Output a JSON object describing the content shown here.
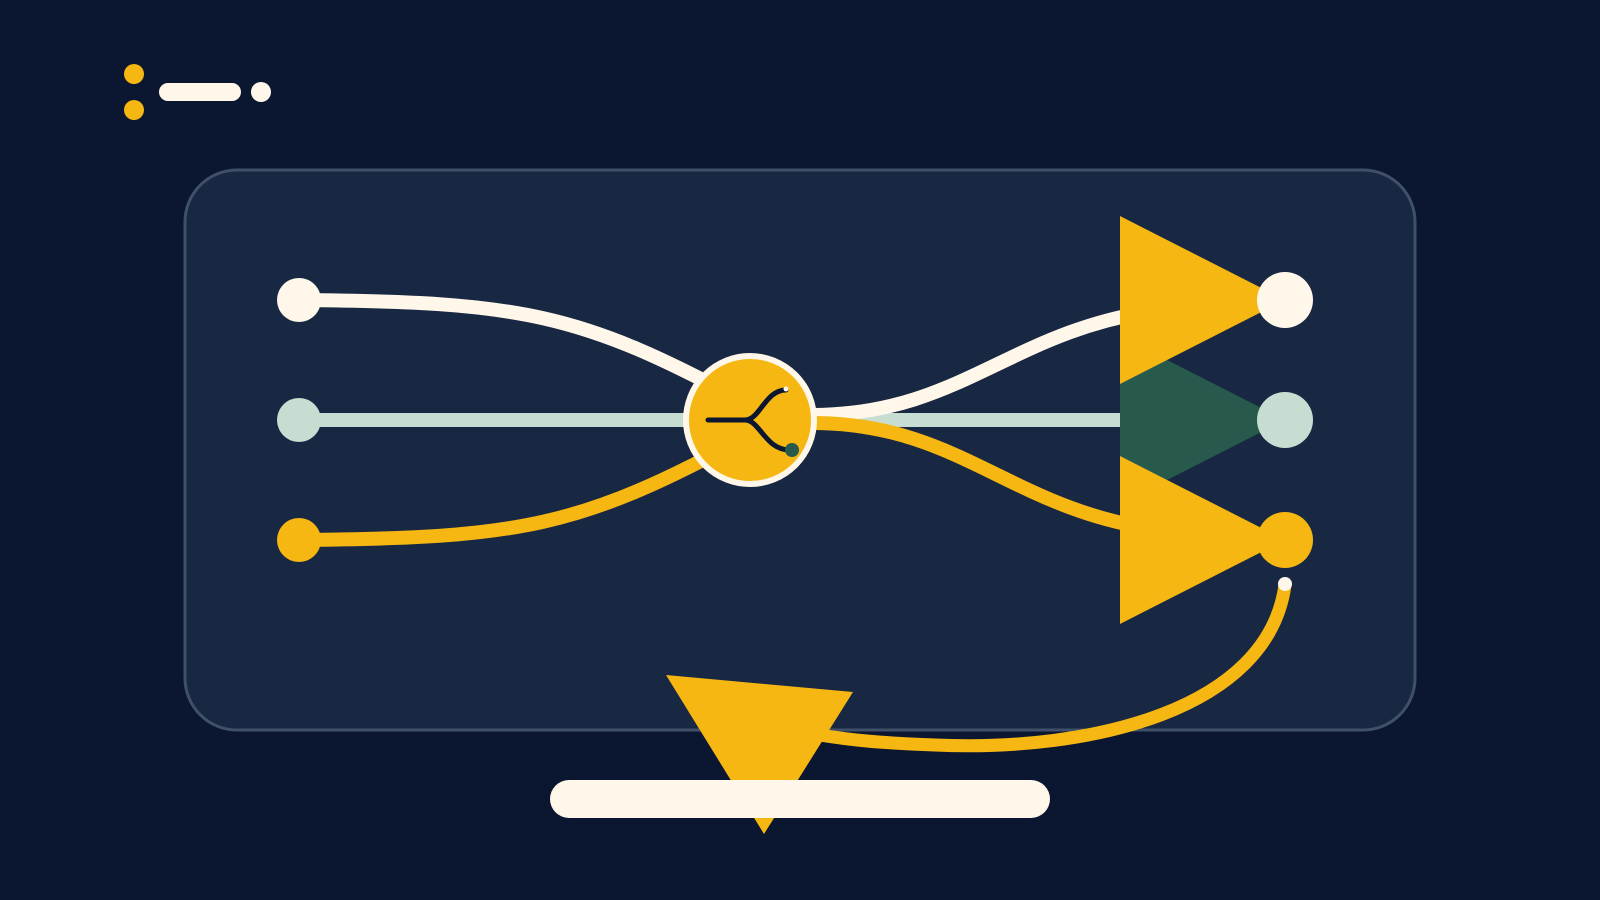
{
  "colors": {
    "background": "#0b1730",
    "panel": "#182843",
    "panel_border": "#3f5068",
    "cream": "#fff8ea",
    "mint": "#c8ddd2",
    "yellow": "#f6b712",
    "dark_green": "#275a4c",
    "ink": "#0b1730"
  },
  "icons": {
    "logo": "brand-logo-icon",
    "hub": "merge-split-icon",
    "arrow_out": "arrowhead-icon",
    "arrow_down": "arrowhead-down-icon"
  },
  "diagram": {
    "inputs": [
      "cream",
      "mint",
      "yellow"
    ],
    "outputs": [
      "cream",
      "mint",
      "yellow"
    ],
    "feedback_loop": "yellow"
  }
}
